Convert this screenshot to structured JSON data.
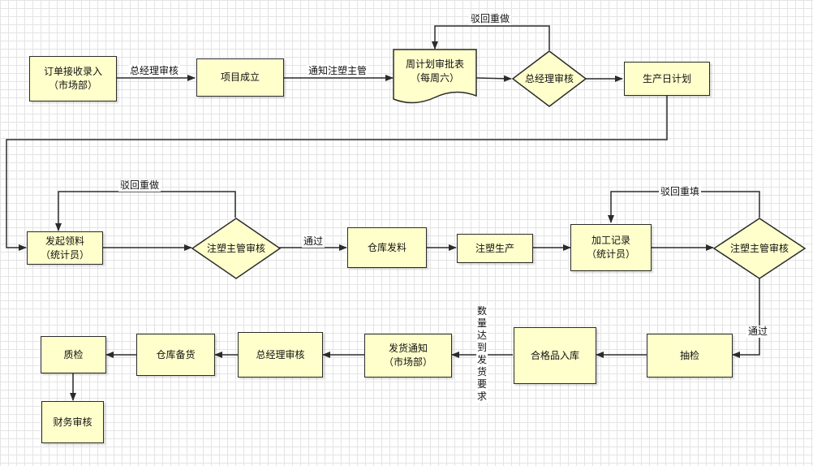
{
  "nodes": {
    "order_entry": {
      "line1": "订单接收录入",
      "line2": "（市场部）"
    },
    "project_setup": {
      "label": "项目成立"
    },
    "weekly_plan": {
      "line1": "周计划审批表",
      "line2": "（每周六）"
    },
    "gm_review_1": {
      "label": "总经理审核"
    },
    "daily_plan": {
      "label": "生产日计划"
    },
    "material_request": {
      "line1": "发起领料",
      "line2": "（统计员）"
    },
    "supervisor_review_1": {
      "label": "注塑主管审核"
    },
    "warehouse_issue": {
      "label": "仓库发料"
    },
    "injection_production": {
      "label": "注塑生产"
    },
    "process_record": {
      "line1": "加工记录",
      "line2": "（统计员）"
    },
    "supervisor_review_2": {
      "label": "注塑主管审核"
    },
    "sampling": {
      "label": "抽检"
    },
    "qualified_storage": {
      "label": "合格品入库"
    },
    "shipping_notice": {
      "line1": "发货通知",
      "line2": "（市场部）"
    },
    "gm_review_2": {
      "label": "总经理审核"
    },
    "warehouse_stock": {
      "label": "仓库备货"
    },
    "quality_check": {
      "label": "质检"
    },
    "finance_review": {
      "label": "财务审核"
    }
  },
  "edge_labels": {
    "gm_review": "总经理审核",
    "notify_supervisor": "通知注塑主管",
    "reject_redo_1": "驳回重做",
    "reject_redo_2": "驳回重做",
    "pass_1": "通过",
    "reject_refill": "驳回重填",
    "pass_2": "通过",
    "quantity_reached": "数量达到发货要求"
  },
  "colors": {
    "node_fill": "#ffffcc",
    "stroke": "#2b2b2b",
    "grid": "#e4e4e4"
  }
}
